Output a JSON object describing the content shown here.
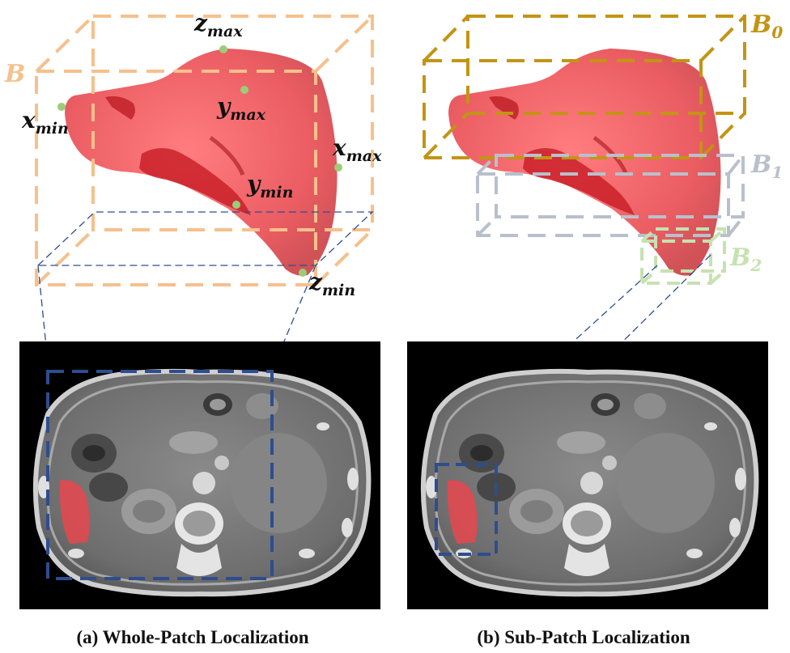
{
  "colors": {
    "box_B": "#f6c08c",
    "box_B0": "#c39414",
    "box_B1": "#b9c0cc",
    "box_B2": "#c6e2b0",
    "patch_blue": "#2e4d8f",
    "liver_red": "#e8474d",
    "landmark_dot": "#9ccc7a",
    "ct_background": "#000000"
  },
  "panels": [
    {
      "id": "whole-patch",
      "caption": "(a) Whole-Patch Localization",
      "box_label": "B",
      "landmarks": [
        {
          "base": "z",
          "sub": "max"
        },
        {
          "base": "y",
          "sub": "max"
        },
        {
          "base": "x",
          "sub": "min"
        },
        {
          "base": "x",
          "sub": "max"
        },
        {
          "base": "y",
          "sub": "min"
        },
        {
          "base": "z",
          "sub": "min"
        }
      ]
    },
    {
      "id": "sub-patch",
      "caption": "(b) Sub-Patch Localization",
      "box_labels": [
        {
          "base": "B",
          "sub": "0"
        },
        {
          "base": "B",
          "sub": "1"
        },
        {
          "base": "B",
          "sub": "2"
        }
      ]
    }
  ]
}
